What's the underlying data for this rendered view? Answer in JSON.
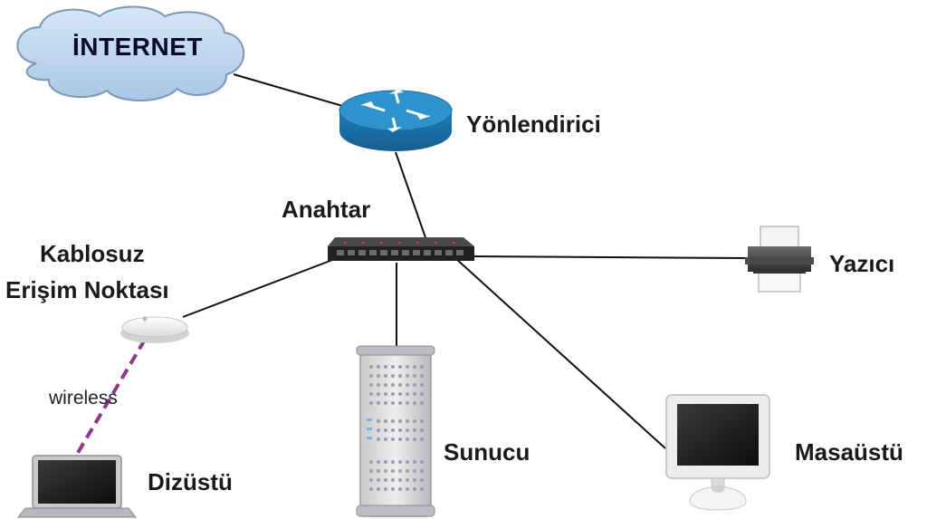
{
  "labels": {
    "internet": "İNTERNET",
    "router": "Yönlendirici",
    "switch": "Anahtar",
    "access_point_line1": "Kablosuz",
    "access_point_line2": "Erişim Noktası",
    "wireless": "wireless",
    "laptop": "Dizüstü",
    "server": "Sunucu",
    "printer": "Yazıcı",
    "desktop": "Masaüstü"
  },
  "colors": {
    "cloud_fill": "#bcd6ee",
    "router_top": "#2a8fc6",
    "router_body": "#1c6ea8",
    "wireless_link": "#8b3a8b",
    "cable": "#111111"
  }
}
